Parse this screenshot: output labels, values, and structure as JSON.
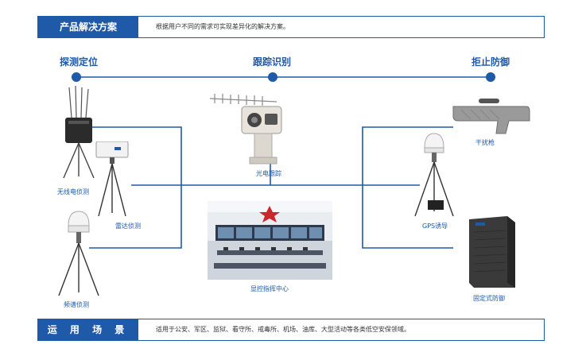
{
  "header": {
    "title": "产品解决方案",
    "description": "根据用户不同的需求可实现差异化的解决方案。"
  },
  "stages": [
    "探测定位",
    "跟踪识别",
    "拒止防御"
  ],
  "devices": {
    "wireless": "无线电侦测",
    "radar": "雷达侦测",
    "spectrum": "频谱侦测",
    "photoelectric": "光电跟踪",
    "control_center": "显控指挥中心",
    "jammer_gun": "干扰枪",
    "gps_decoy": "GPS诱导",
    "fixed_defense": "固定式防御"
  },
  "footer": {
    "title": "运 用 场 景",
    "description": "适用于公安、军区、监狱、看守所、戒毒所、机场、油库、大型活动等各类低空安保领域。"
  },
  "colors": {
    "brand_blue": "#1e5aa8",
    "line_blue": "#1e5aa8"
  }
}
